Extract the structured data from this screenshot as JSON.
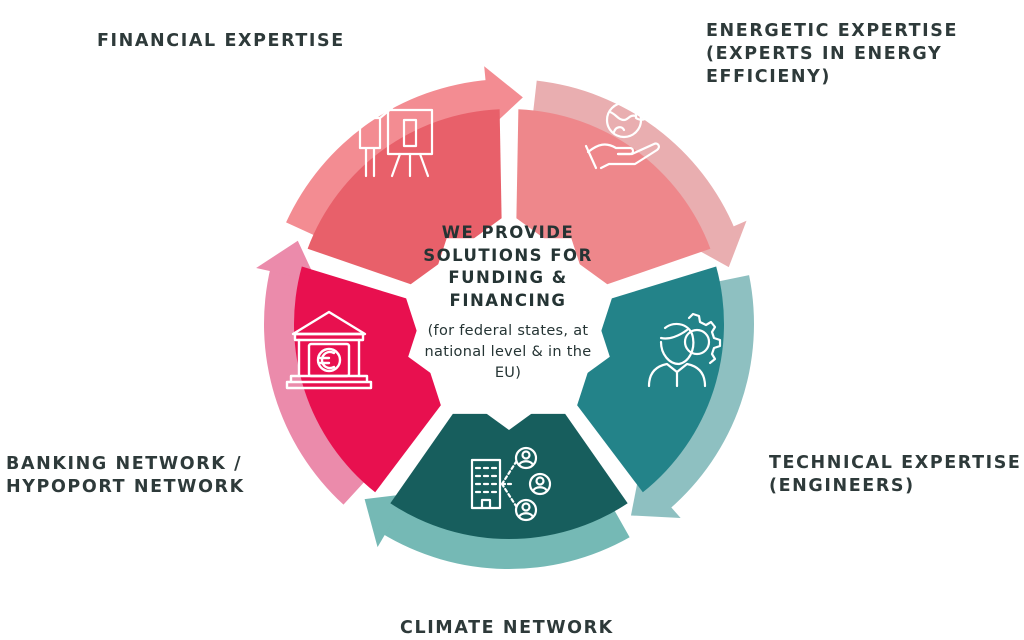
{
  "center": {
    "title_lines": [
      "WE PROVIDE",
      "SOLUTIONS FOR",
      "FUNDING &",
      "FINANCING"
    ],
    "subtitle_lines": [
      "(for federal states, at",
      "national level & in the",
      "EU)"
    ]
  },
  "segments": [
    {
      "id": "financial",
      "label_lines": [
        "FINANCIAL EXPERTISE"
      ],
      "icon": "presentation-board-icon",
      "fill": "#e8606a",
      "outer_fill": "#f59499",
      "arrow": "#f38c92"
    },
    {
      "id": "energetic",
      "label_lines": [
        "ENERGETIC EXPERTISE",
        "(EXPERTS IN ENERGY",
        "EFFICIENY)"
      ],
      "icon": "globe-in-hand-icon",
      "fill": "#ee878b",
      "outer_fill": "#f4a1a3",
      "arrow": "#e9aeb0"
    },
    {
      "id": "technical",
      "label_lines": [
        "TECHNICAL EXPERTISE",
        "(ENGINEERS)"
      ],
      "icon": "engineer-gear-icon",
      "fill": "#238389",
      "outer_fill": "#2b8d92",
      "arrow": "#8ec0c1"
    },
    {
      "id": "climate",
      "label_lines": [
        "CLIMATE NETWORK"
      ],
      "icon": "building-network-icon",
      "fill": "#175e5d",
      "outer_fill": "#1f6b69",
      "arrow": "#75b9b5"
    },
    {
      "id": "banking",
      "label_lines": [
        "BANKING NETWORK /",
        "HYPOPORT NETWORK"
      ],
      "icon": "euro-bank-icon",
      "fill": "#e8104f",
      "outer_fill": "#ee2f64",
      "arrow": "#eb8bab"
    }
  ]
}
